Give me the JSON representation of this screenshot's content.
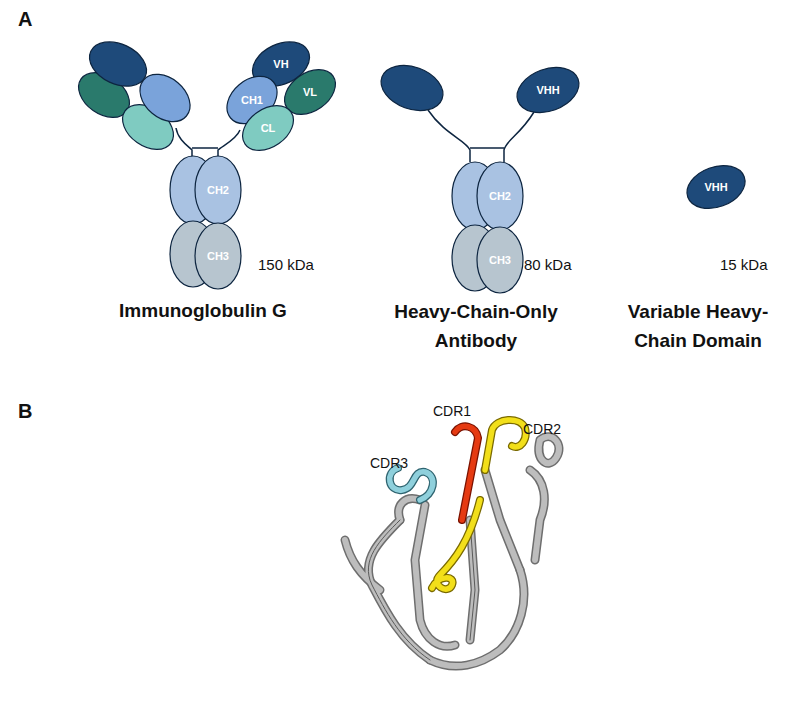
{
  "diagram": {
    "nodes": [
      {
        "text": [
          "VH"
        ]
      },
      {
        "text": [
          "VL"
        ]
      },
      {
        "text": [
          "CH1"
        ]
      },
      {
        "text": [
          "CL"
        ]
      },
      {
        "text": [
          "CH2"
        ]
      },
      {
        "text": [
          "CH3"
        ]
      },
      {
        "text": [
          "VHH"
        ]
      },
      {
        "text": [
          "CH2"
        ]
      },
      {
        "text": [
          "CH3"
        ]
      },
      {
        "text": [
          "VHH"
        ]
      }
    ],
    "labels": [
      "A",
      "150 kDa",
      "Immunoglobulin G",
      "80 kDa",
      "Heavy-Chain-Only Antibody",
      "15 kDa",
      "Variable Heavy-Chain Domain",
      "B",
      "CDR3",
      "CDR1",
      "CDR2"
    ]
  }
}
